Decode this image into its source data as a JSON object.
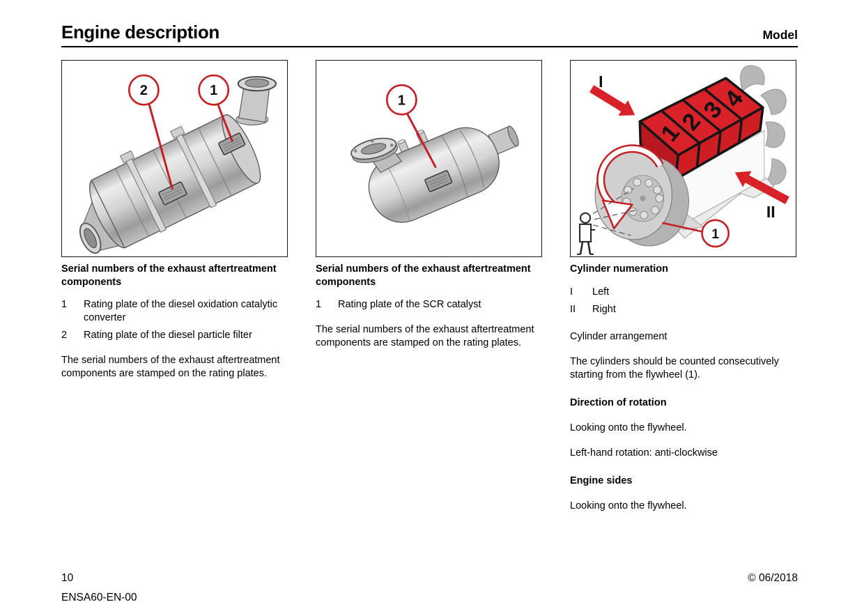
{
  "header": {
    "title": "Engine description",
    "model_label": "Model"
  },
  "columns": {
    "col1": {
      "caption": "Serial numbers of the exhaust aftertreatment components",
      "items": [
        {
          "num": "1",
          "text": "Rating plate of the diesel oxidation catalytic converter"
        },
        {
          "num": "2",
          "text": "Rating plate of the diesel particle filter"
        }
      ],
      "paragraph": "The serial numbers of the exhaust aftertreatment components are stamped on the rating plates.",
      "figure": {
        "callout_2": "2",
        "callout_1": "1"
      }
    },
    "col2": {
      "caption": "Serial numbers of the exhaust aftertreatment components",
      "items": [
        {
          "num": "1",
          "text": "Rating plate of the SCR catalyst"
        }
      ],
      "paragraph": "The serial numbers of the exhaust aftertreatment components are stamped on the rating plates.",
      "figure": {
        "callout_1": "1"
      }
    },
    "col3": {
      "caption": "Cylinder numeration",
      "legend": [
        {
          "num": "I",
          "text": "Left"
        },
        {
          "num": "II",
          "text": "Right"
        }
      ],
      "para_arrangement": "Cylinder arrangement",
      "para_counting": "The cylinders should be counted consecutively starting from the flywheel (1).",
      "heading_rotation": "Direction of rotation",
      "para_looking_rotation": "Looking onto the flywheel.",
      "para_left_hand": "Left-hand rotation: anti-clockwise",
      "heading_sides": "Engine sides",
      "para_looking_sides": "Looking onto the flywheel.",
      "figure": {
        "label_left": "I",
        "label_right": "II",
        "cylinders": [
          "1",
          "2",
          "3",
          "4"
        ],
        "callout_1": "1"
      }
    }
  },
  "footer": {
    "page_number": "10",
    "doc_code": "ENSA60-EN-00",
    "copyright": "© 06/2018"
  },
  "colors": {
    "accent_red": "#c51f26",
    "block_red": "#d92129"
  }
}
